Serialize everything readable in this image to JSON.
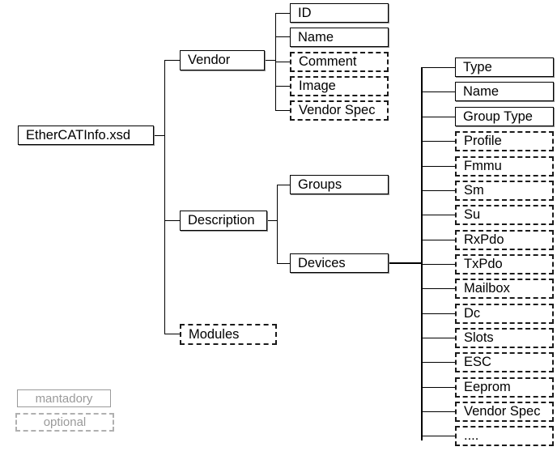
{
  "diagram": {
    "title": "EtherCATInfo.xsd",
    "root": {
      "label": "EtherCATInfo.xsd",
      "type": "mandatory"
    },
    "level1": [
      {
        "label": "Vendor",
        "type": "mandatory"
      },
      {
        "label": "Description",
        "type": "mandatory"
      },
      {
        "label": "Modules",
        "type": "optional"
      }
    ],
    "vendor_children": [
      {
        "label": "ID",
        "type": "mandatory"
      },
      {
        "label": "Name",
        "type": "mandatory"
      },
      {
        "label": "Comment",
        "type": "optional"
      },
      {
        "label": "Image",
        "type": "optional"
      },
      {
        "label": "Vendor Spec",
        "type": "optional"
      }
    ],
    "description_children": [
      {
        "label": "Groups",
        "type": "mandatory"
      },
      {
        "label": "Devices",
        "type": "mandatory"
      }
    ],
    "devices_children": [
      {
        "label": "Type",
        "type": "mandatory"
      },
      {
        "label": "Name",
        "type": "mandatory"
      },
      {
        "label": "Group Type",
        "type": "mandatory"
      },
      {
        "label": "Profile",
        "type": "optional"
      },
      {
        "label": "Fmmu",
        "type": "optional"
      },
      {
        "label": "Sm",
        "type": "optional"
      },
      {
        "label": "Su",
        "type": "optional"
      },
      {
        "label": "RxPdo",
        "type": "optional"
      },
      {
        "label": "TxPdo",
        "type": "optional"
      },
      {
        "label": "Mailbox",
        "type": "optional"
      },
      {
        "label": "Dc",
        "type": "optional"
      },
      {
        "label": "Slots",
        "type": "optional"
      },
      {
        "label": "ESC",
        "type": "optional"
      },
      {
        "label": "Eeprom",
        "type": "optional"
      },
      {
        "label": "Vendor Spec",
        "type": "optional"
      },
      {
        "label": "....",
        "type": "optional"
      }
    ],
    "legend": [
      {
        "label": "mantadory",
        "type": "mandatory"
      },
      {
        "label": "optional",
        "type": "optional"
      }
    ],
    "colors": {
      "line": "#000000",
      "box_border": "#000000",
      "box_shadow": "#8a8a8a",
      "legend_text": "#9a9a9a",
      "background": "#ffffff"
    }
  }
}
